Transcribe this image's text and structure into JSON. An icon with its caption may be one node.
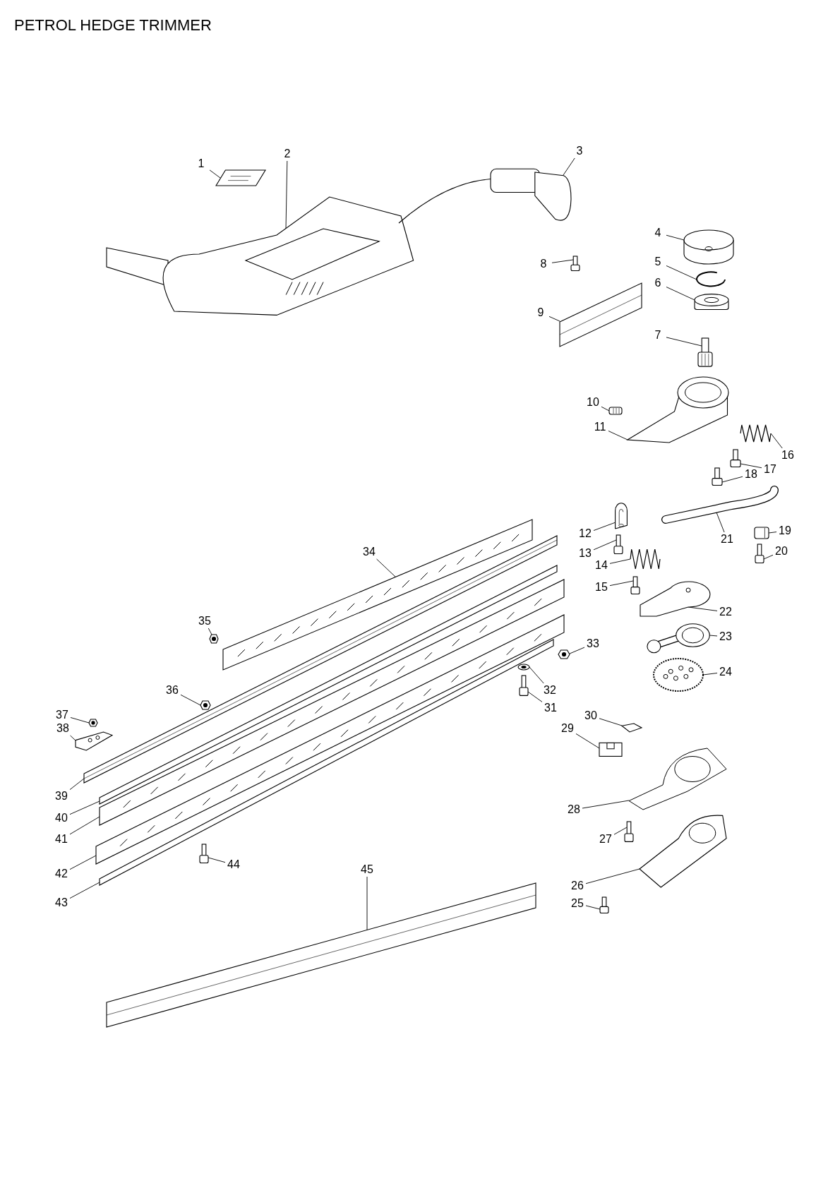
{
  "diagram": {
    "title": "PETROL HEDGE TRIMMER",
    "nodes": [
      {
        "text": [
          "1"
        ]
      },
      {
        "text": [
          "2"
        ]
      },
      {
        "text": [
          "3"
        ]
      },
      {
        "text": [
          "4"
        ]
      },
      {
        "text": [
          "5"
        ]
      },
      {
        "text": [
          "6"
        ]
      },
      {
        "text": [
          "7"
        ]
      },
      {
        "text": [
          "8"
        ]
      },
      {
        "text": [
          "9"
        ]
      },
      {
        "text": [
          "10"
        ]
      },
      {
        "text": [
          "11"
        ]
      },
      {
        "text": [
          "12"
        ]
      },
      {
        "text": [
          "13"
        ]
      },
      {
        "text": [
          "14"
        ]
      },
      {
        "text": [
          "15"
        ]
      },
      {
        "text": [
          "16"
        ]
      },
      {
        "text": [
          "17"
        ]
      },
      {
        "text": [
          "18"
        ]
      },
      {
        "text": [
          "19"
        ]
      },
      {
        "text": [
          "20"
        ]
      },
      {
        "text": [
          "21"
        ]
      },
      {
        "text": [
          "22"
        ]
      },
      {
        "text": [
          "23"
        ]
      },
      {
        "text": [
          "24"
        ]
      },
      {
        "text": [
          "25"
        ]
      },
      {
        "text": [
          "26"
        ]
      },
      {
        "text": [
          "27"
        ]
      },
      {
        "text": [
          "28"
        ]
      },
      {
        "text": [
          "29"
        ]
      },
      {
        "text": [
          "30"
        ]
      },
      {
        "text": [
          "31"
        ]
      },
      {
        "text": [
          "32"
        ]
      },
      {
        "text": [
          "33"
        ]
      },
      {
        "text": [
          "34"
        ]
      },
      {
        "text": [
          "35"
        ]
      },
      {
        "text": [
          "36"
        ]
      },
      {
        "text": [
          "37"
        ]
      },
      {
        "text": [
          "38"
        ]
      },
      {
        "text": [
          "39"
        ]
      },
      {
        "text": [
          "40"
        ]
      },
      {
        "text": [
          "41"
        ]
      },
      {
        "text": [
          "42"
        ]
      },
      {
        "text": [
          "43"
        ]
      },
      {
        "text": [
          "44"
        ]
      },
      {
        "text": [
          "45"
        ]
      },
      {
        "text": [],
        "shape": "picture"
      },
      {
        "text": [],
        "shape": "picture"
      },
      {
        "text": [],
        "shape": "picture"
      },
      {
        "text": [],
        "shape": "picture"
      },
      {
        "text": [],
        "shape": "picture"
      },
      {
        "text": [],
        "shape": "picture"
      },
      {
        "text": [],
        "shape": "picture"
      },
      {
        "text": [],
        "shape": "picture"
      },
      {
        "text": [],
        "shape": "picture"
      },
      {
        "text": [],
        "shape": "picture"
      },
      {
        "text": [],
        "shape": "picture"
      },
      {
        "text": [],
        "shape": "picture"
      },
      {
        "text": [],
        "shape": "picture"
      },
      {
        "text": [],
        "shape": "picture"
      },
      {
        "text": [],
        "shape": "picture"
      },
      {
        "text": [],
        "shape": "picture"
      },
      {
        "text": [],
        "shape": "picture"
      },
      {
        "text": [],
        "shape": "picture"
      },
      {
        "text": [],
        "shape": "picture"
      },
      {
        "text": [],
        "shape": "picture"
      },
      {
        "text": [],
        "shape": "picture"
      },
      {
        "text": [],
        "shape": "picture"
      },
      {
        "text": [],
        "shape": "picture"
      },
      {
        "text": [],
        "shape": "picture"
      },
      {
        "text": [],
        "shape": "picture"
      },
      {
        "text": [],
        "shape": "picture"
      },
      {
        "text": [],
        "shape": "picture"
      },
      {
        "text": [],
        "shape": "picture"
      },
      {
        "text": [],
        "shape": "picture"
      },
      {
        "text": [],
        "shape": "picture"
      },
      {
        "text": [],
        "shape": "picture"
      },
      {
        "text": [],
        "shape": "picture"
      },
      {
        "text": [],
        "shape": "picture"
      },
      {
        "text": [],
        "shape": "picture"
      },
      {
        "text": [],
        "shape": "picture"
      },
      {
        "text": [],
        "shape": "picture"
      },
      {
        "text": [],
        "shape": "picture"
      },
      {
        "text": [],
        "shape": "picture"
      },
      {
        "text": [],
        "shape": "picture"
      },
      {
        "text": [],
        "shape": "picture"
      },
      {
        "text": [],
        "shape": "picture"
      },
      {
        "text": [],
        "shape": "picture"
      },
      {
        "text": [],
        "shape": "picture"
      },
      {
        "text": [],
        "shape": "picture"
      },
      {
        "text": [],
        "shape": "picture"
      }
    ],
    "edges": [
      {
        "from": 0,
        "to": 45,
        "arrow": "none"
      },
      {
        "from": 1,
        "to": 46,
        "arrow": "none"
      },
      {
        "from": 2,
        "to": 47,
        "arrow": "none"
      },
      {
        "from": 3,
        "to": 48,
        "arrow": "none"
      },
      {
        "from": 4,
        "to": 49,
        "arrow": "none"
      },
      {
        "from": 5,
        "to": 50,
        "arrow": "none"
      },
      {
        "from": 6,
        "to": 51,
        "arrow": "none"
      },
      {
        "from": 7,
        "to": 52,
        "arrow": "none"
      },
      {
        "from": 8,
        "to": 53,
        "arrow": "none"
      },
      {
        "from": 9,
        "to": 54,
        "arrow": "none"
      },
      {
        "from": 10,
        "to": 55,
        "arrow": "none"
      },
      {
        "from": 11,
        "to": 56,
        "arrow": "none"
      },
      {
        "from": 12,
        "to": 57,
        "arrow": "none"
      },
      {
        "from": 13,
        "to": 58,
        "arrow": "none"
      },
      {
        "from": 14,
        "to": 59,
        "arrow": "none"
      },
      {
        "from": 15,
        "to": 60,
        "arrow": "none"
      },
      {
        "from": 16,
        "to": 61,
        "arrow": "none"
      },
      {
        "from": 17,
        "to": 62,
        "arrow": "none"
      },
      {
        "from": 18,
        "to": 63,
        "arrow": "none"
      },
      {
        "from": 19,
        "to": 64,
        "arrow": "none"
      },
      {
        "from": 20,
        "to": 65,
        "arrow": "none"
      },
      {
        "from": 21,
        "to": 66,
        "arrow": "none"
      },
      {
        "from": 22,
        "to": 67,
        "arrow": "none"
      },
      {
        "from": 23,
        "to": 68,
        "arrow": "none"
      },
      {
        "from": 24,
        "to": 69,
        "arrow": "none"
      },
      {
        "from": 25,
        "to": 70,
        "arrow": "none"
      },
      {
        "from": 26,
        "to": 71,
        "arrow": "none"
      },
      {
        "from": 27,
        "to": 72,
        "arrow": "none"
      },
      {
        "from": 28,
        "to": 73,
        "arrow": "none"
      },
      {
        "from": 29,
        "to": 74,
        "arrow": "none"
      },
      {
        "from": 30,
        "to": 75,
        "arrow": "none"
      },
      {
        "from": 31,
        "to": 76,
        "arrow": "none"
      },
      {
        "from": 32,
        "to": 77,
        "arrow": "none"
      },
      {
        "from": 33,
        "to": 78,
        "arrow": "none"
      },
      {
        "from": 34,
        "to": 79,
        "arrow": "none"
      },
      {
        "from": 35,
        "to": 80,
        "arrow": "none"
      },
      {
        "from": 36,
        "to": 81,
        "arrow": "none"
      },
      {
        "from": 37,
        "to": 82,
        "arrow": "none"
      },
      {
        "from": 38,
        "to": 83,
        "arrow": "none"
      },
      {
        "from": 39,
        "to": 84,
        "arrow": "none"
      },
      {
        "from": 40,
        "to": 85,
        "arrow": "none"
      },
      {
        "from": 41,
        "to": 86,
        "arrow": "none"
      },
      {
        "from": 42,
        "to": 87,
        "arrow": "none"
      },
      {
        "from": 43,
        "to": 88,
        "arrow": "none"
      },
      {
        "from": 44,
        "to": 89,
        "arrow": "none"
      }
    ]
  }
}
